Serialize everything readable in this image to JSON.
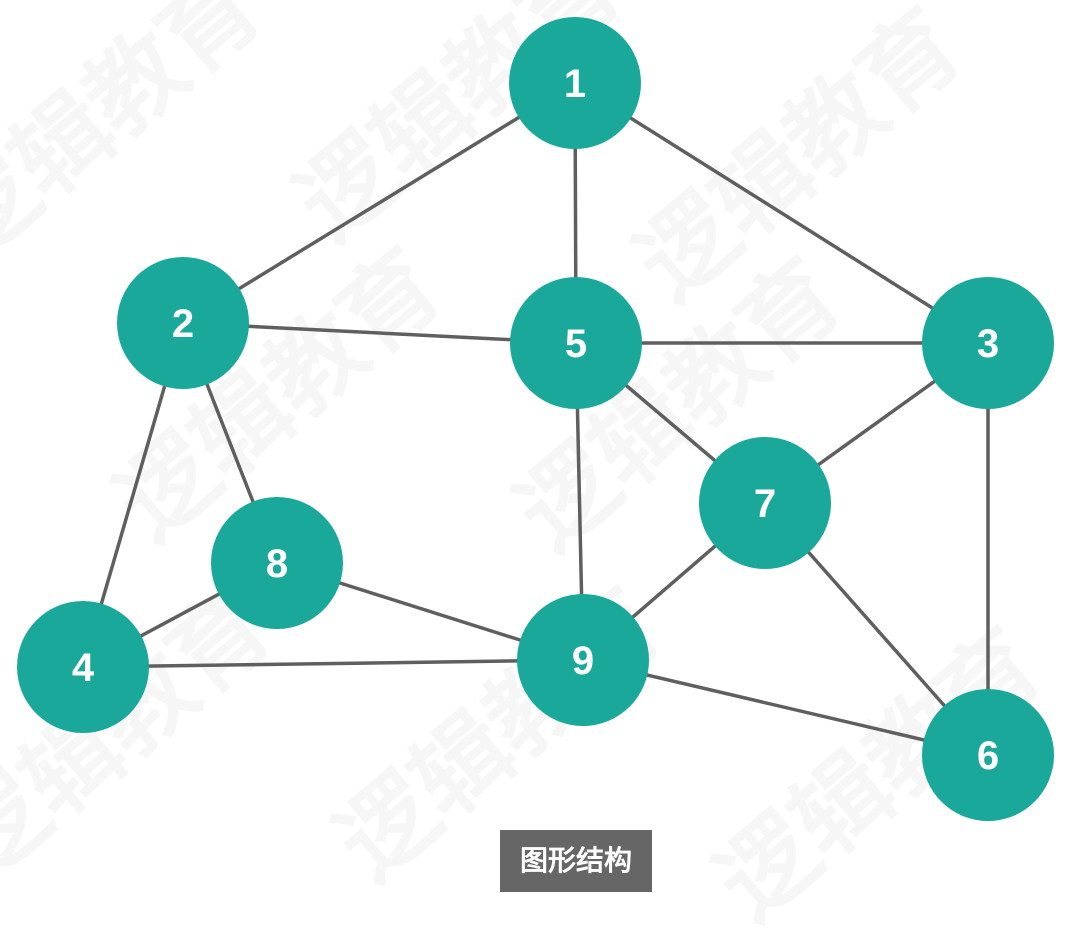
{
  "diagram": {
    "node_color": "#1aa89a",
    "edge_color": "#5f5f5f",
    "label_color": "#ffffff",
    "nodes": [
      {
        "id": "1",
        "label": "1"
      },
      {
        "id": "2",
        "label": "2"
      },
      {
        "id": "3",
        "label": "3"
      },
      {
        "id": "4",
        "label": "4"
      },
      {
        "id": "5",
        "label": "5"
      },
      {
        "id": "6",
        "label": "6"
      },
      {
        "id": "7",
        "label": "7"
      },
      {
        "id": "8",
        "label": "8"
      },
      {
        "id": "9",
        "label": "9"
      }
    ],
    "edges": [
      [
        "1",
        "2"
      ],
      [
        "1",
        "5"
      ],
      [
        "1",
        "3"
      ],
      [
        "2",
        "5"
      ],
      [
        "5",
        "3"
      ],
      [
        "2",
        "8"
      ],
      [
        "2",
        "4"
      ],
      [
        "5",
        "7"
      ],
      [
        "5",
        "9"
      ],
      [
        "3",
        "7"
      ],
      [
        "3",
        "6"
      ],
      [
        "7",
        "9"
      ],
      [
        "7",
        "6"
      ],
      [
        "8",
        "4"
      ],
      [
        "8",
        "9"
      ],
      [
        "4",
        "9"
      ],
      [
        "9",
        "6"
      ]
    ]
  },
  "caption": {
    "text": "图形结构",
    "background": "#666666"
  },
  "watermark": {
    "text": "逻辑教育"
  }
}
